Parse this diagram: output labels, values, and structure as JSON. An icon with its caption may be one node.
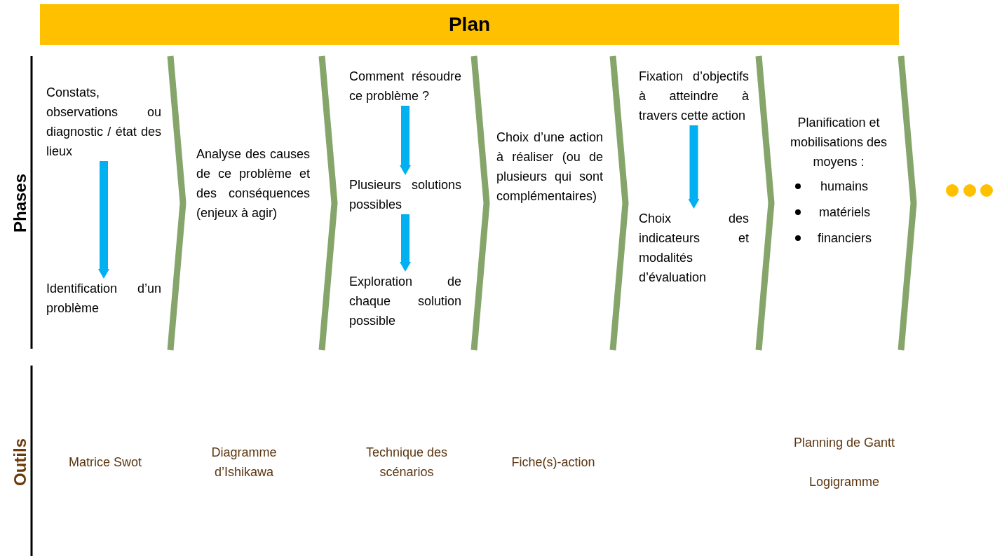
{
  "diagram": {
    "title": "Plan",
    "nodes": [
      {
        "text": [
          "Constats, observations ou diagnostic / état des lieux"
        ]
      },
      {
        "text": [
          "Identification d’un problème"
        ]
      },
      {
        "text": [
          "Comment résoudre ce problème ?"
        ]
      },
      {
        "text": [
          "Plusieurs solutions possibles"
        ]
      },
      {
        "text": [
          "Exploration de chaque solution possible"
        ]
      },
      {
        "text": [
          "Fixation d’objectifs à atteindre à travers cette action"
        ]
      },
      {
        "text": [
          "Choix des indicateurs et modalités d’évaluation"
        ]
      }
    ],
    "edges": [
      {
        "from": 0,
        "to": 1,
        "arrow": "to"
      },
      {
        "from": 2,
        "to": 3,
        "arrow": "to"
      },
      {
        "from": 3,
        "to": 4,
        "arrow": "to"
      },
      {
        "from": 5,
        "to": 6,
        "arrow": "to"
      }
    ],
    "labels": [
      "Phases",
      "Analyse des causes de ce problème et des conséquences (enjeux à agir)",
      "Choix d’une action à réaliser (ou de plusieurs qui sont complémentaires)",
      "Planification et mobilisations des moyens :",
      "humains",
      "matériels",
      "financiers",
      "Outils",
      "Matrice Swot",
      "Diagramme d’Ishikawa",
      "Technique des scénarios",
      "Fiche(s)-action",
      "Planning de Gantt",
      "Logigramme"
    ]
  }
}
